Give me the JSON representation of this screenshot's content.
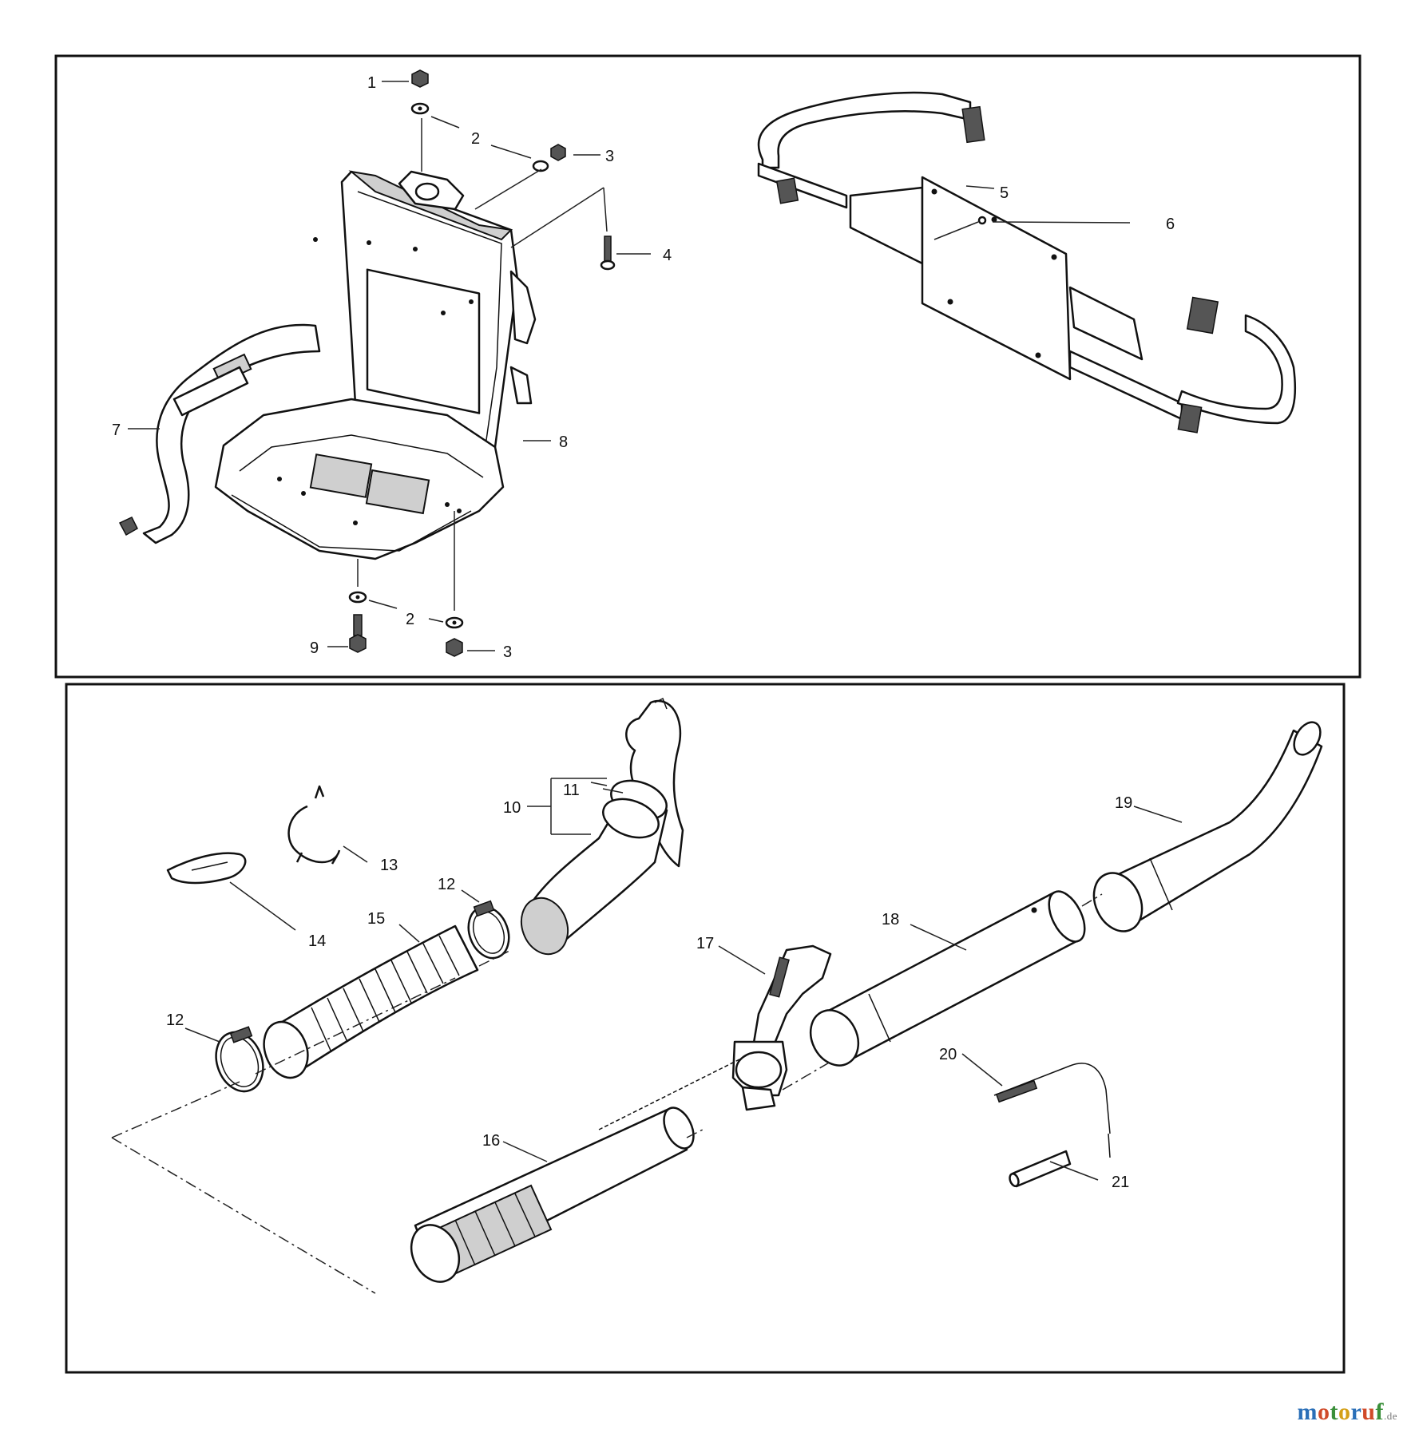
{
  "callouts": {
    "c1": "1",
    "c2a": "2",
    "c3a": "3",
    "c4": "4",
    "c5": "5",
    "c6": "6",
    "c7": "7",
    "c8": "8",
    "c2b": "2",
    "c9": "9",
    "c3b": "3",
    "c10": "10",
    "c11": "11",
    "c12a": "12",
    "c12b": "12",
    "c13": "13",
    "c14": "14",
    "c15": "15",
    "c16": "16",
    "c17": "17",
    "c18": "18",
    "c19": "19",
    "c20": "20",
    "c21": "21"
  },
  "watermark": {
    "letters": [
      "m",
      "o",
      "t",
      "o",
      "r",
      "u",
      "f"
    ],
    "letter_colors": [
      "#2a6fb8",
      "#d04a2a",
      "#3a8f3a",
      "#d4a017",
      "#2a6fb8",
      "#d04a2a",
      "#3a8f3a"
    ],
    "suffix": ".de"
  }
}
